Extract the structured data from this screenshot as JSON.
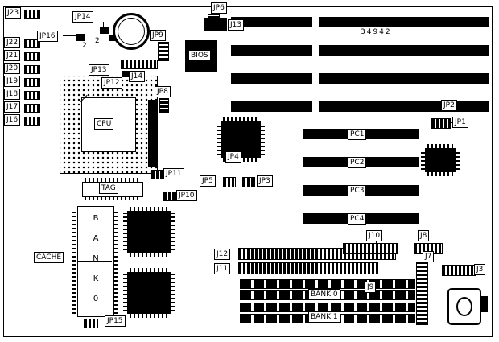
{
  "board_number": "34942",
  "labels": {
    "j23": "J23",
    "jp16": "JP16",
    "j22": "J22",
    "j21": "J21",
    "j20": "J20",
    "j19": "J19",
    "j18": "J18",
    "j17": "J17",
    "j16": "J16",
    "jp14": "JP14",
    "jp9": "JP9",
    "jp13": "JP13",
    "jp12": "JP12",
    "j14": "J14",
    "jp8": "JP8",
    "jp6": "JP6",
    "j13": "J13",
    "bios": "BIOS",
    "cpu": "CPU",
    "jp2": "JP2",
    "jp1": "JP1",
    "pc1": "PC1",
    "pc2": "PC2",
    "pc3": "PC3",
    "pc4": "PC4",
    "jp4": "JP4",
    "jp11": "JP11",
    "jp5": "JP5",
    "jp3": "JP3",
    "jp10": "JP10",
    "tag": "TAG",
    "cache": "CACHE",
    "jp15": "JP15",
    "j12": "J12",
    "j11": "J11",
    "j10": "J10",
    "j9": "J9",
    "j8": "J8",
    "j7": "J7",
    "j3": "J3",
    "bank0": "BANK 0",
    "bank1": "BANK 1"
  },
  "bank_column_text": "B\nA\nN\nK\n0",
  "pin2_markers": {
    "jp14": "2",
    "jp16": "2"
  }
}
